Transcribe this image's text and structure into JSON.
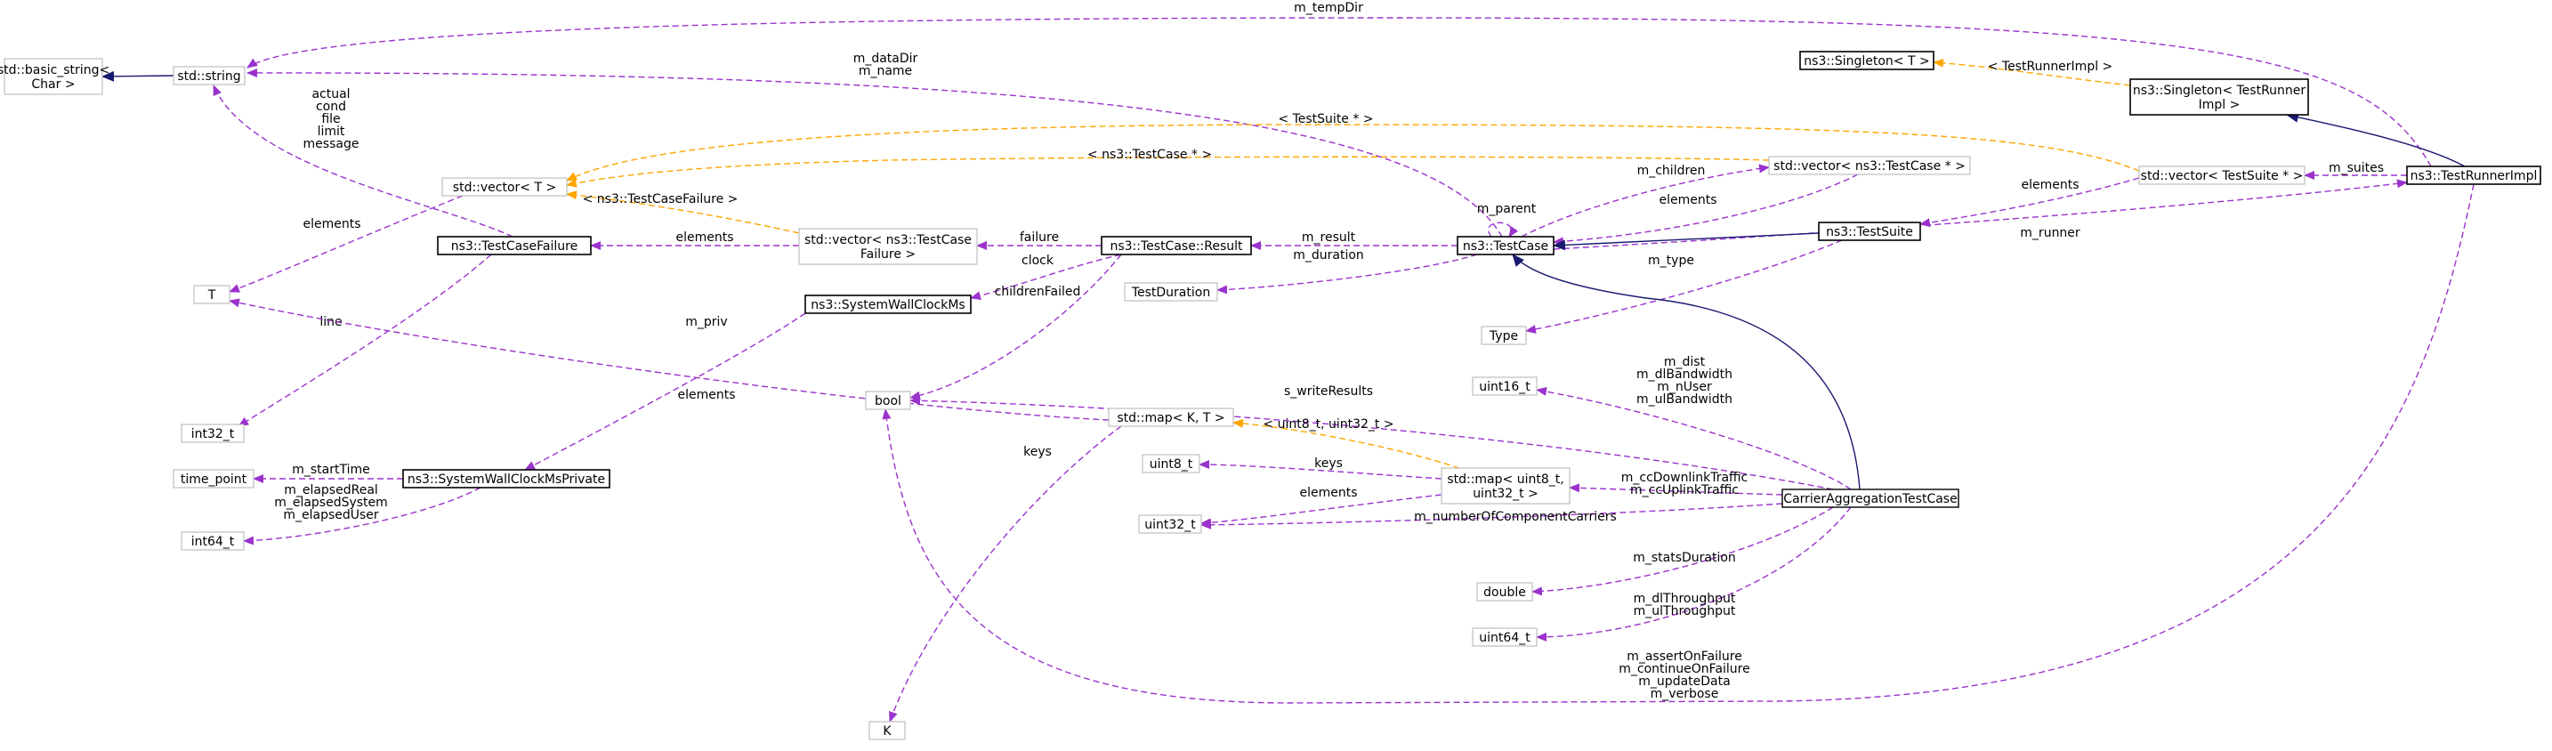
{
  "colors": {
    "member": "#9a32cd",
    "template": "#ffa500",
    "inherit": "#191970",
    "border_normal": "#000000",
    "border_external": "#bfbfbf",
    "highlight_fill": "#bfbfbf"
  },
  "nodes": {
    "basic_string": {
      "lines": [
        "std::basic_string<",
        "Char >"
      ]
    },
    "std_string": {
      "lines": [
        "std::string"
      ]
    },
    "vector_T": {
      "lines": [
        "std::vector< T >"
      ]
    },
    "T": {
      "lines": [
        "T"
      ]
    },
    "int32_t": {
      "lines": [
        "int32_t"
      ]
    },
    "time_point": {
      "lines": [
        "time_point"
      ]
    },
    "int64_t": {
      "lines": [
        "int64_t"
      ]
    },
    "TestCaseFailure": {
      "lines": [
        "ns3::TestCaseFailure"
      ]
    },
    "SystemWallClockMsPrivate": {
      "lines": [
        "ns3::SystemWallClockMsPrivate"
      ]
    },
    "vector_TestCaseFailure": {
      "lines": [
        "std::vector< ns3::TestCase",
        "Failure >"
      ]
    },
    "TestCaseResult": {
      "lines": [
        "ns3::TestCase::Result"
      ]
    },
    "SystemWallClockMs": {
      "lines": [
        "ns3::SystemWallClockMs"
      ]
    },
    "bool": {
      "lines": [
        "bool"
      ]
    },
    "TestDuration": {
      "lines": [
        "TestDuration"
      ]
    },
    "map_K_T": {
      "lines": [
        "std::map< K, T >"
      ]
    },
    "K": {
      "lines": [
        "K"
      ]
    },
    "uint8_t": {
      "lines": [
        "uint8_t"
      ]
    },
    "uint32_t": {
      "lines": [
        "uint32_t"
      ]
    },
    "map_uint8_uint32": {
      "lines": [
        "std::map< uint8_t,",
        "uint32_t >"
      ]
    },
    "TestCase": {
      "lines": [
        "ns3::TestCase"
      ]
    },
    "vector_TestCase": {
      "lines": [
        "std::vector< ns3::TestCase * >"
      ]
    },
    "TestSuite": {
      "lines": [
        "ns3::TestSuite"
      ]
    },
    "Type": {
      "lines": [
        "Type"
      ]
    },
    "uint16_t": {
      "lines": [
        "uint16_t"
      ]
    },
    "double": {
      "lines": [
        "double"
      ]
    },
    "uint64_t": {
      "lines": [
        "uint64_t"
      ]
    },
    "Singleton_T": {
      "lines": [
        "ns3::Singleton< T >"
      ]
    },
    "Singleton_TRI": {
      "lines": [
        "ns3::Singleton< TestRunner",
        "Impl >"
      ]
    },
    "vector_TestSuite": {
      "lines": [
        "std::vector< TestSuite * >"
      ]
    },
    "TestRunnerImpl": {
      "lines": [
        "ns3::TestRunnerImpl"
      ]
    },
    "CarrierAggregationTestCase": {
      "lines": [
        "CarrierAggregationTestCase"
      ]
    }
  },
  "edges": {
    "m_tempDir": {
      "lines": [
        "m_tempDir"
      ]
    },
    "m_dataDir": {
      "lines": [
        "m_dataDir",
        "m_name"
      ]
    },
    "failure_strings": {
      "lines": [
        "actual",
        "cond",
        "file",
        "limit",
        "message"
      ]
    },
    "vector_elements": {
      "lines": [
        "elements"
      ]
    },
    "tcf_line": {
      "lines": [
        "line"
      ]
    },
    "testsuite_tpl": {
      "lines": [
        "< TestSuite * >"
      ]
    },
    "testcase_tpl": {
      "lines": [
        "< ns3::TestCase * >"
      ]
    },
    "tcf_tpl": {
      "lines": [
        "< ns3::TestCaseFailure >"
      ]
    },
    "vtcf_elements": {
      "lines": [
        "elements"
      ]
    },
    "failure": {
      "lines": [
        "failure"
      ]
    },
    "clock": {
      "lines": [
        "clock"
      ]
    },
    "childrenFailed": {
      "lines": [
        "childrenFailed"
      ]
    },
    "m_priv": {
      "lines": [
        "m_priv"
      ]
    },
    "m_startTime": {
      "lines": [
        "m_startTime"
      ]
    },
    "m_elapsed": {
      "lines": [
        "m_elapsedReal",
        "m_elapsedSystem",
        "m_elapsedUser"
      ]
    },
    "m_result": {
      "lines": [
        "m_result"
      ]
    },
    "m_duration": {
      "lines": [
        "m_duration"
      ]
    },
    "m_parent": {
      "lines": [
        "m_parent"
      ]
    },
    "m_children": {
      "lines": [
        "m_children"
      ]
    },
    "vtc_elements": {
      "lines": [
        "elements"
      ]
    },
    "vts_elements": {
      "lines": [
        "elements"
      ]
    },
    "m_suites": {
      "lines": [
        "m_suites"
      ]
    },
    "m_runner": {
      "lines": [
        "m_runner"
      ]
    },
    "m_type": {
      "lines": [
        "m_type"
      ]
    },
    "singleton_tpl": {
      "lines": [
        "< TestRunnerImpl >"
      ]
    },
    "map_elements_T": {
      "lines": [
        "elements"
      ]
    },
    "map_keys": {
      "lines": [
        "keys"
      ]
    },
    "s_writeResults": {
      "lines": [
        "s_writeResults"
      ]
    },
    "map_u8u32_tpl": {
      "lines": [
        "< uint8_t, uint32_t >"
      ]
    },
    "map_u8u32_keys": {
      "lines": [
        "keys"
      ]
    },
    "map_u8u32_elements": {
      "lines": [
        "elements"
      ]
    },
    "m_cc": {
      "lines": [
        "m_ccDownlinkTraffic",
        "m_ccUplinkTraffic"
      ]
    },
    "m_numberOfComponentCarriers": {
      "lines": [
        "m_numberOfComponentCarriers"
      ]
    },
    "m_dist": {
      "lines": [
        "m_dist",
        "m_dlBandwidth",
        "m_nUser",
        "m_ulBandwidth"
      ]
    },
    "m_statsDuration": {
      "lines": [
        "m_statsDuration"
      ]
    },
    "m_throughput": {
      "lines": [
        "m_dlThroughput",
        "m_ulThroughput"
      ]
    },
    "m_flags": {
      "lines": [
        "m_assertOnFailure",
        "m_continueOnFailure",
        "m_updateData",
        "m_verbose"
      ]
    }
  }
}
